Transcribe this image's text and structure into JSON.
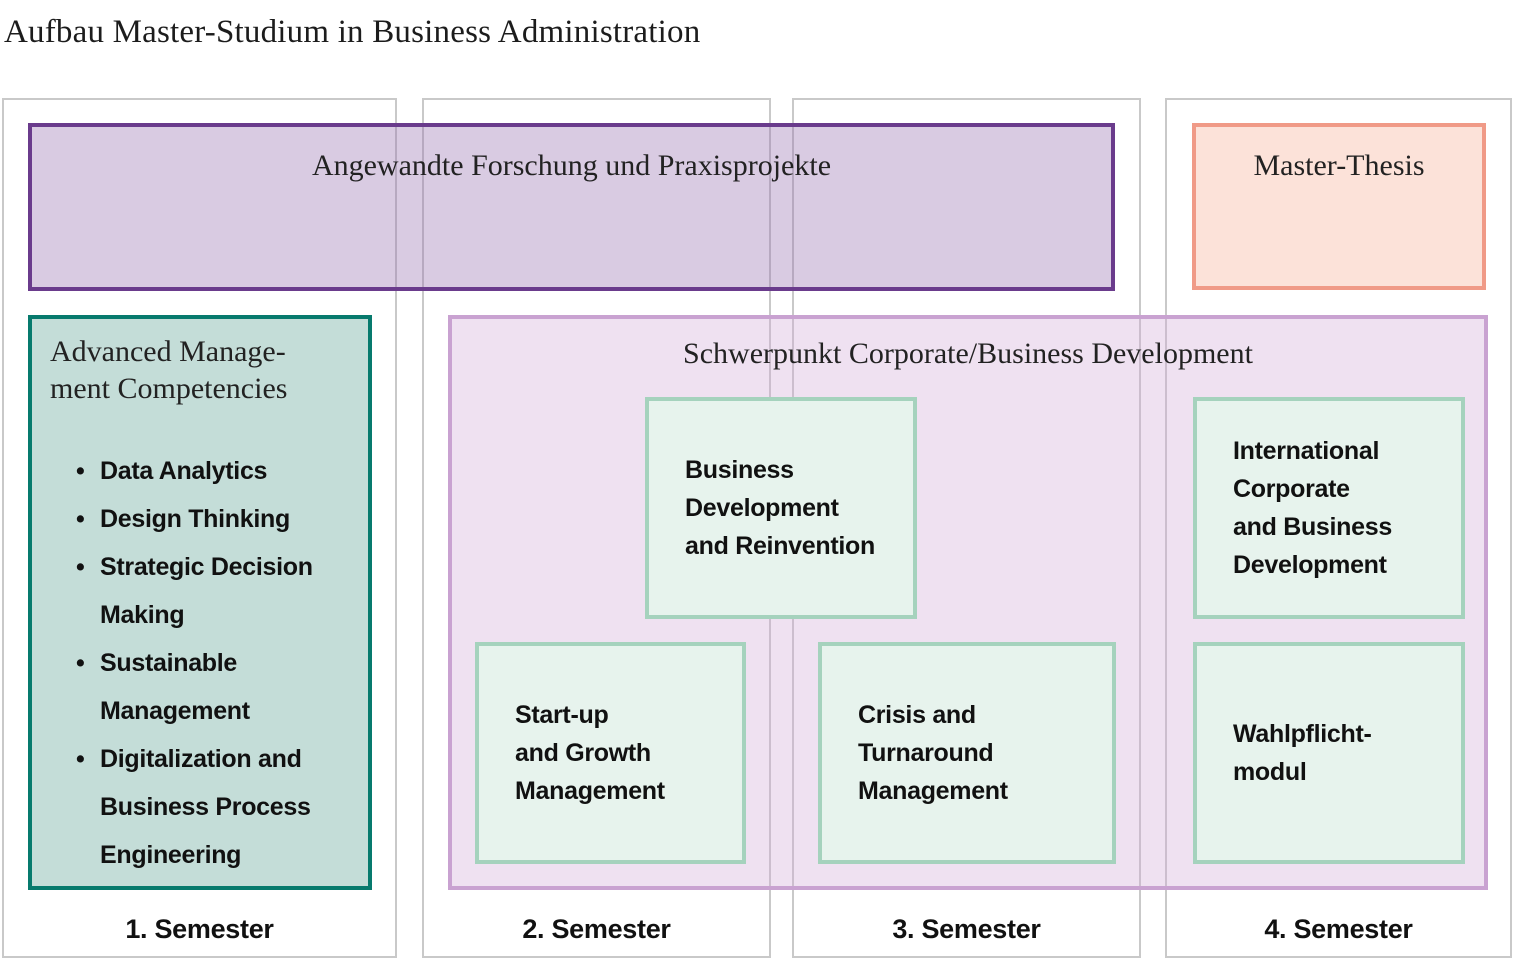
{
  "title": "Aufbau Master-Studium in Business Administration",
  "banner": {
    "label": "Angewandte Forschung und Praxisprojekte"
  },
  "thesis": {
    "label": "Master-Thesis"
  },
  "competencies": {
    "heading": "Advanced Manage-\nment Competencies",
    "bullet": "•",
    "items": [
      "Data Analytics",
      "Design Thinking",
      "Strategic Decision\nMaking",
      "Sustainable\nManagement",
      "Digitalization and\nBusiness Process\nEngineering"
    ]
  },
  "focus": {
    "heading": "Schwerpunkt Corporate/Business Development",
    "modules": [
      {
        "label": "Business\nDevelopment\nand Reinvention"
      },
      {
        "label": "Start-up\nand Growth\nManagement"
      },
      {
        "label": "Crisis and\nTurnaround\nManagement"
      },
      {
        "label": "International\nCorporate\nand Business\nDevelopment"
      },
      {
        "label": "Wahlpflicht-\nmodul"
      }
    ]
  },
  "semesters": [
    "1. Semester",
    "2. Semester",
    "3. Semester",
    "4. Semester"
  ],
  "colors": {
    "research_border": "#6a3b8c",
    "research_fill": "#d9cbe2",
    "thesis_border": "#f09a87",
    "thesis_fill": "#fce2d9",
    "competencies_border": "#077a6d",
    "competencies_fill": "#c4ddd8",
    "focus_border": "#c9a2d1",
    "focus_fill": "#eee1f1",
    "module_border": "#a5d2bd",
    "module_fill": "#e7f3ed",
    "column_border": "#c9c9c9"
  }
}
